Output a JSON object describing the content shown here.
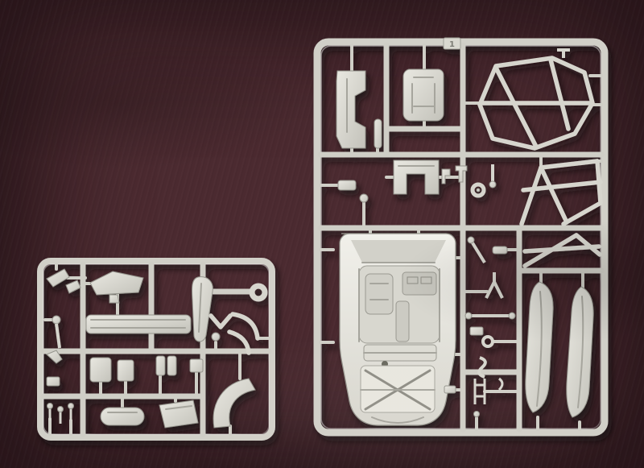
{
  "scene": {
    "subject": "model-kit-plastic-sprues-photo",
    "sprue_count": 2
  },
  "colors": {
    "background_fabric": "#4b2a30",
    "background_dark": "#2e1a1f",
    "background_light": "#6b4046",
    "plastic": "#cfcec6",
    "plastic_highlight": "#efeee8",
    "plastic_shadow": "#94948c",
    "cast_shadow": "#140a0e"
  },
  "left_sprue": {
    "label": "small-detail-sprue",
    "parts": [
      "rear-wing",
      "pillar-scoop",
      "ring",
      "long-plate",
      "exhaust-pipes",
      "shifter",
      "pedals",
      "muffler",
      "flat-plate",
      "fender-crescent",
      "small-fasteners"
    ]
  },
  "right_sprue": {
    "label": "body-and-chassis-sprue",
    "gate_tag": "1",
    "parts": [
      "firewall-panel",
      "bucket-seat",
      "roll-cage",
      "dashboard-hoop",
      "cage-truss",
      "interior-tub",
      "floor-pan-x-ribs",
      "door-sill-left",
      "door-sill-right",
      "linkages-and-fittings"
    ]
  }
}
